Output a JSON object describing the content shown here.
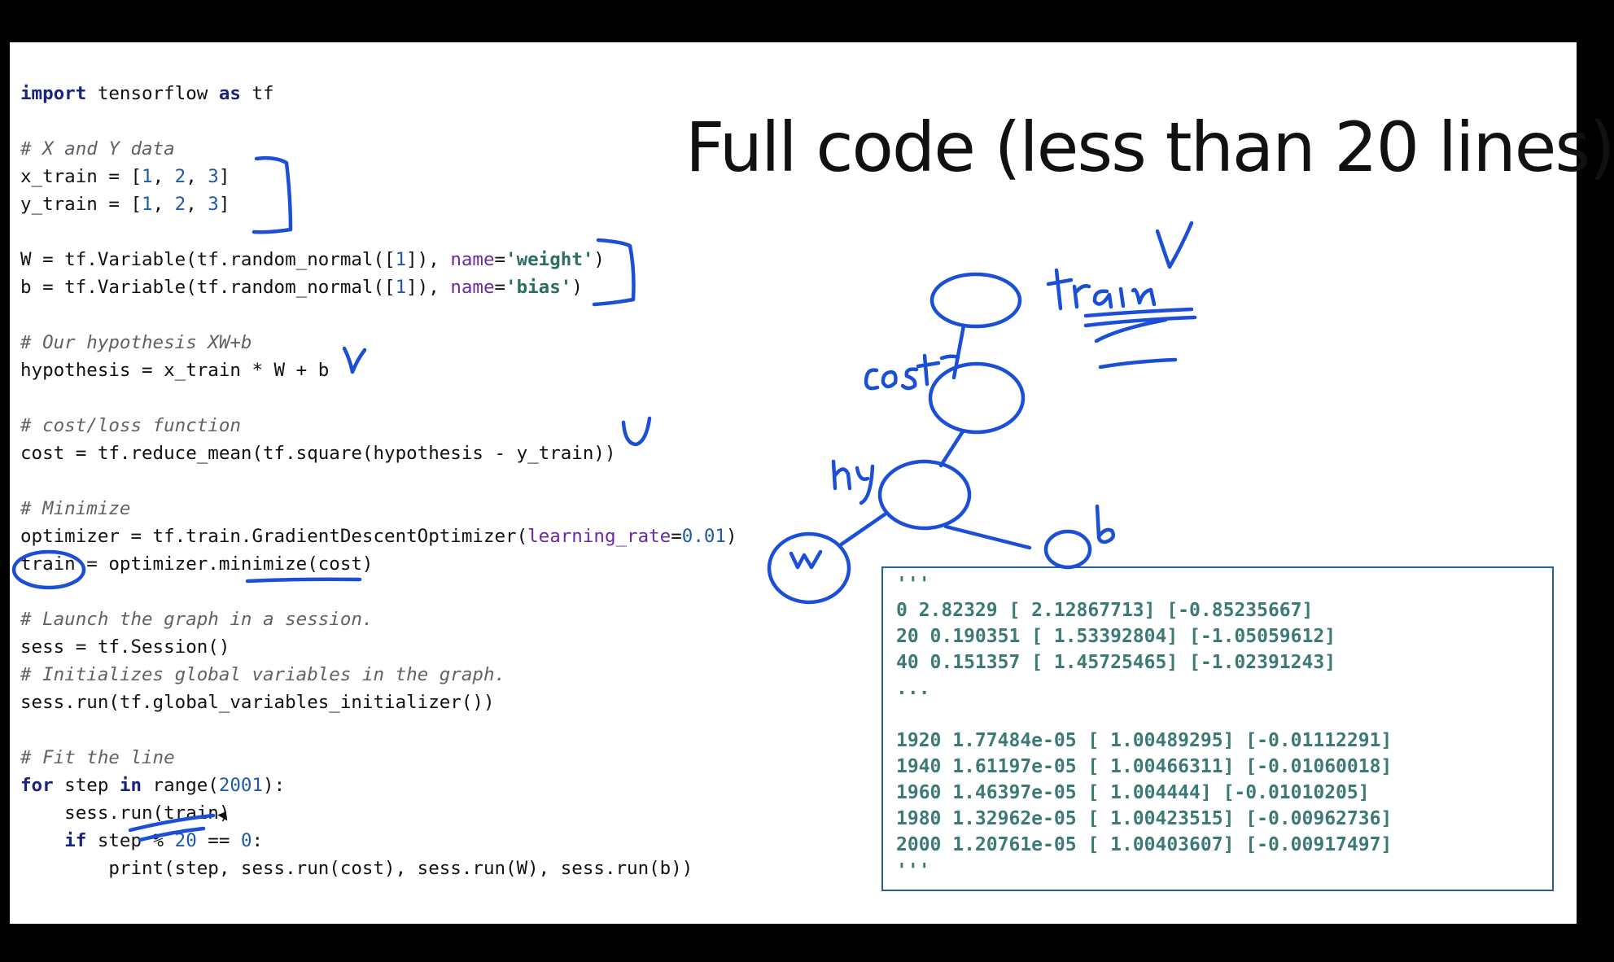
{
  "title": "Full code (less than 20 lines)",
  "code": {
    "l1": {
      "a": "import",
      "b": " tensorflow ",
      "c": "as",
      "d": " tf"
    },
    "c1": "# X and Y data",
    "l2": {
      "a": "x_train = [",
      "n1": "1",
      "s1": ", ",
      "n2": "2",
      "s2": ", ",
      "n3": "3",
      "e": "]"
    },
    "l3": {
      "a": "y_train = [",
      "n1": "1",
      "s1": ", ",
      "n2": "2",
      "s2": ", ",
      "n3": "3",
      "e": "]"
    },
    "l4": {
      "a": "W = tf.Variable(tf.random_normal([",
      "n": "1",
      "b": "]), ",
      "p": "name",
      "eq": "=",
      "s": "'weight'",
      "e": ")"
    },
    "l5": {
      "a": "b = tf.Variable(tf.random_normal([",
      "n": "1",
      "b": "]), ",
      "p": "name",
      "eq": "=",
      "s": "'bias'",
      "e": ")"
    },
    "c2": "# Our hypothesis XW+b",
    "l6": "hypothesis = x_train * W + b",
    "c3": "# cost/loss function",
    "l7": "cost = tf.reduce_mean(tf.square(hypothesis - y_train))",
    "c4": "# Minimize",
    "l8": {
      "a": "optimizer = tf.train.GradientDescentOptimizer(",
      "p": "learning_rate",
      "eq": "=",
      "n": "0.01",
      "e": ")"
    },
    "l9": "train = optimizer.minimize(cost)",
    "c5": "# Launch the graph in a session.",
    "l10": "sess = tf.Session()",
    "c6": "# Initializes global variables in the graph.",
    "l11": "sess.run(tf.global_variables_initializer())",
    "c7": "# Fit the line",
    "l12": {
      "a": "for",
      "b": " step ",
      "c": "in",
      "d": " range(",
      "n": "2001",
      "e": "):"
    },
    "l13": "    sess.run(train)",
    "l14": {
      "ind": "    ",
      "a": "if",
      "b": " step % ",
      "n1": "20",
      "c": " == ",
      "n2": "0",
      "e": ":"
    },
    "l15": "        print(step, sess.run(cost), sess.run(W), sess.run(b))"
  },
  "output": {
    "lines": [
      "'''",
      "0 2.82329 [ 2.12867713] [-0.85235667]",
      "20 0.190351 [ 1.53392804] [-1.05059612]",
      "40 0.151357 [ 1.45725465] [-1.02391243]",
      "...",
      "",
      "1920 1.77484e-05 [ 1.00489295] [-0.01112291]",
      "1940 1.61197e-05 [ 1.00466311] [-0.01060018]",
      "1960 1.46397e-05 [ 1.004444] [-0.01010205]",
      "1980 1.32962e-05 [ 1.00423515] [-0.00962736]",
      "2000 1.20761e-05 [ 1.00403607] [-0.00917497]",
      "'''"
    ]
  },
  "annotation_color": "#1a4fd6"
}
